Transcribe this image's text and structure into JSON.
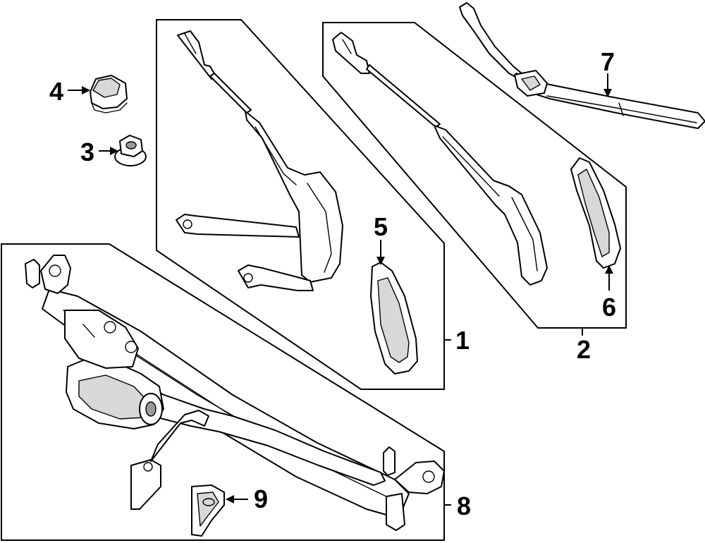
{
  "diagram": {
    "callouts": [
      {
        "id": "1",
        "label": "1"
      },
      {
        "id": "2",
        "label": "2"
      },
      {
        "id": "3",
        "label": "3"
      },
      {
        "id": "4",
        "label": "4"
      },
      {
        "id": "5",
        "label": "5"
      },
      {
        "id": "6",
        "label": "6"
      },
      {
        "id": "7",
        "label": "7"
      },
      {
        "id": "8",
        "label": "8"
      },
      {
        "id": "9",
        "label": "9"
      }
    ],
    "line_color": "#000000",
    "background": "#ffffff"
  }
}
